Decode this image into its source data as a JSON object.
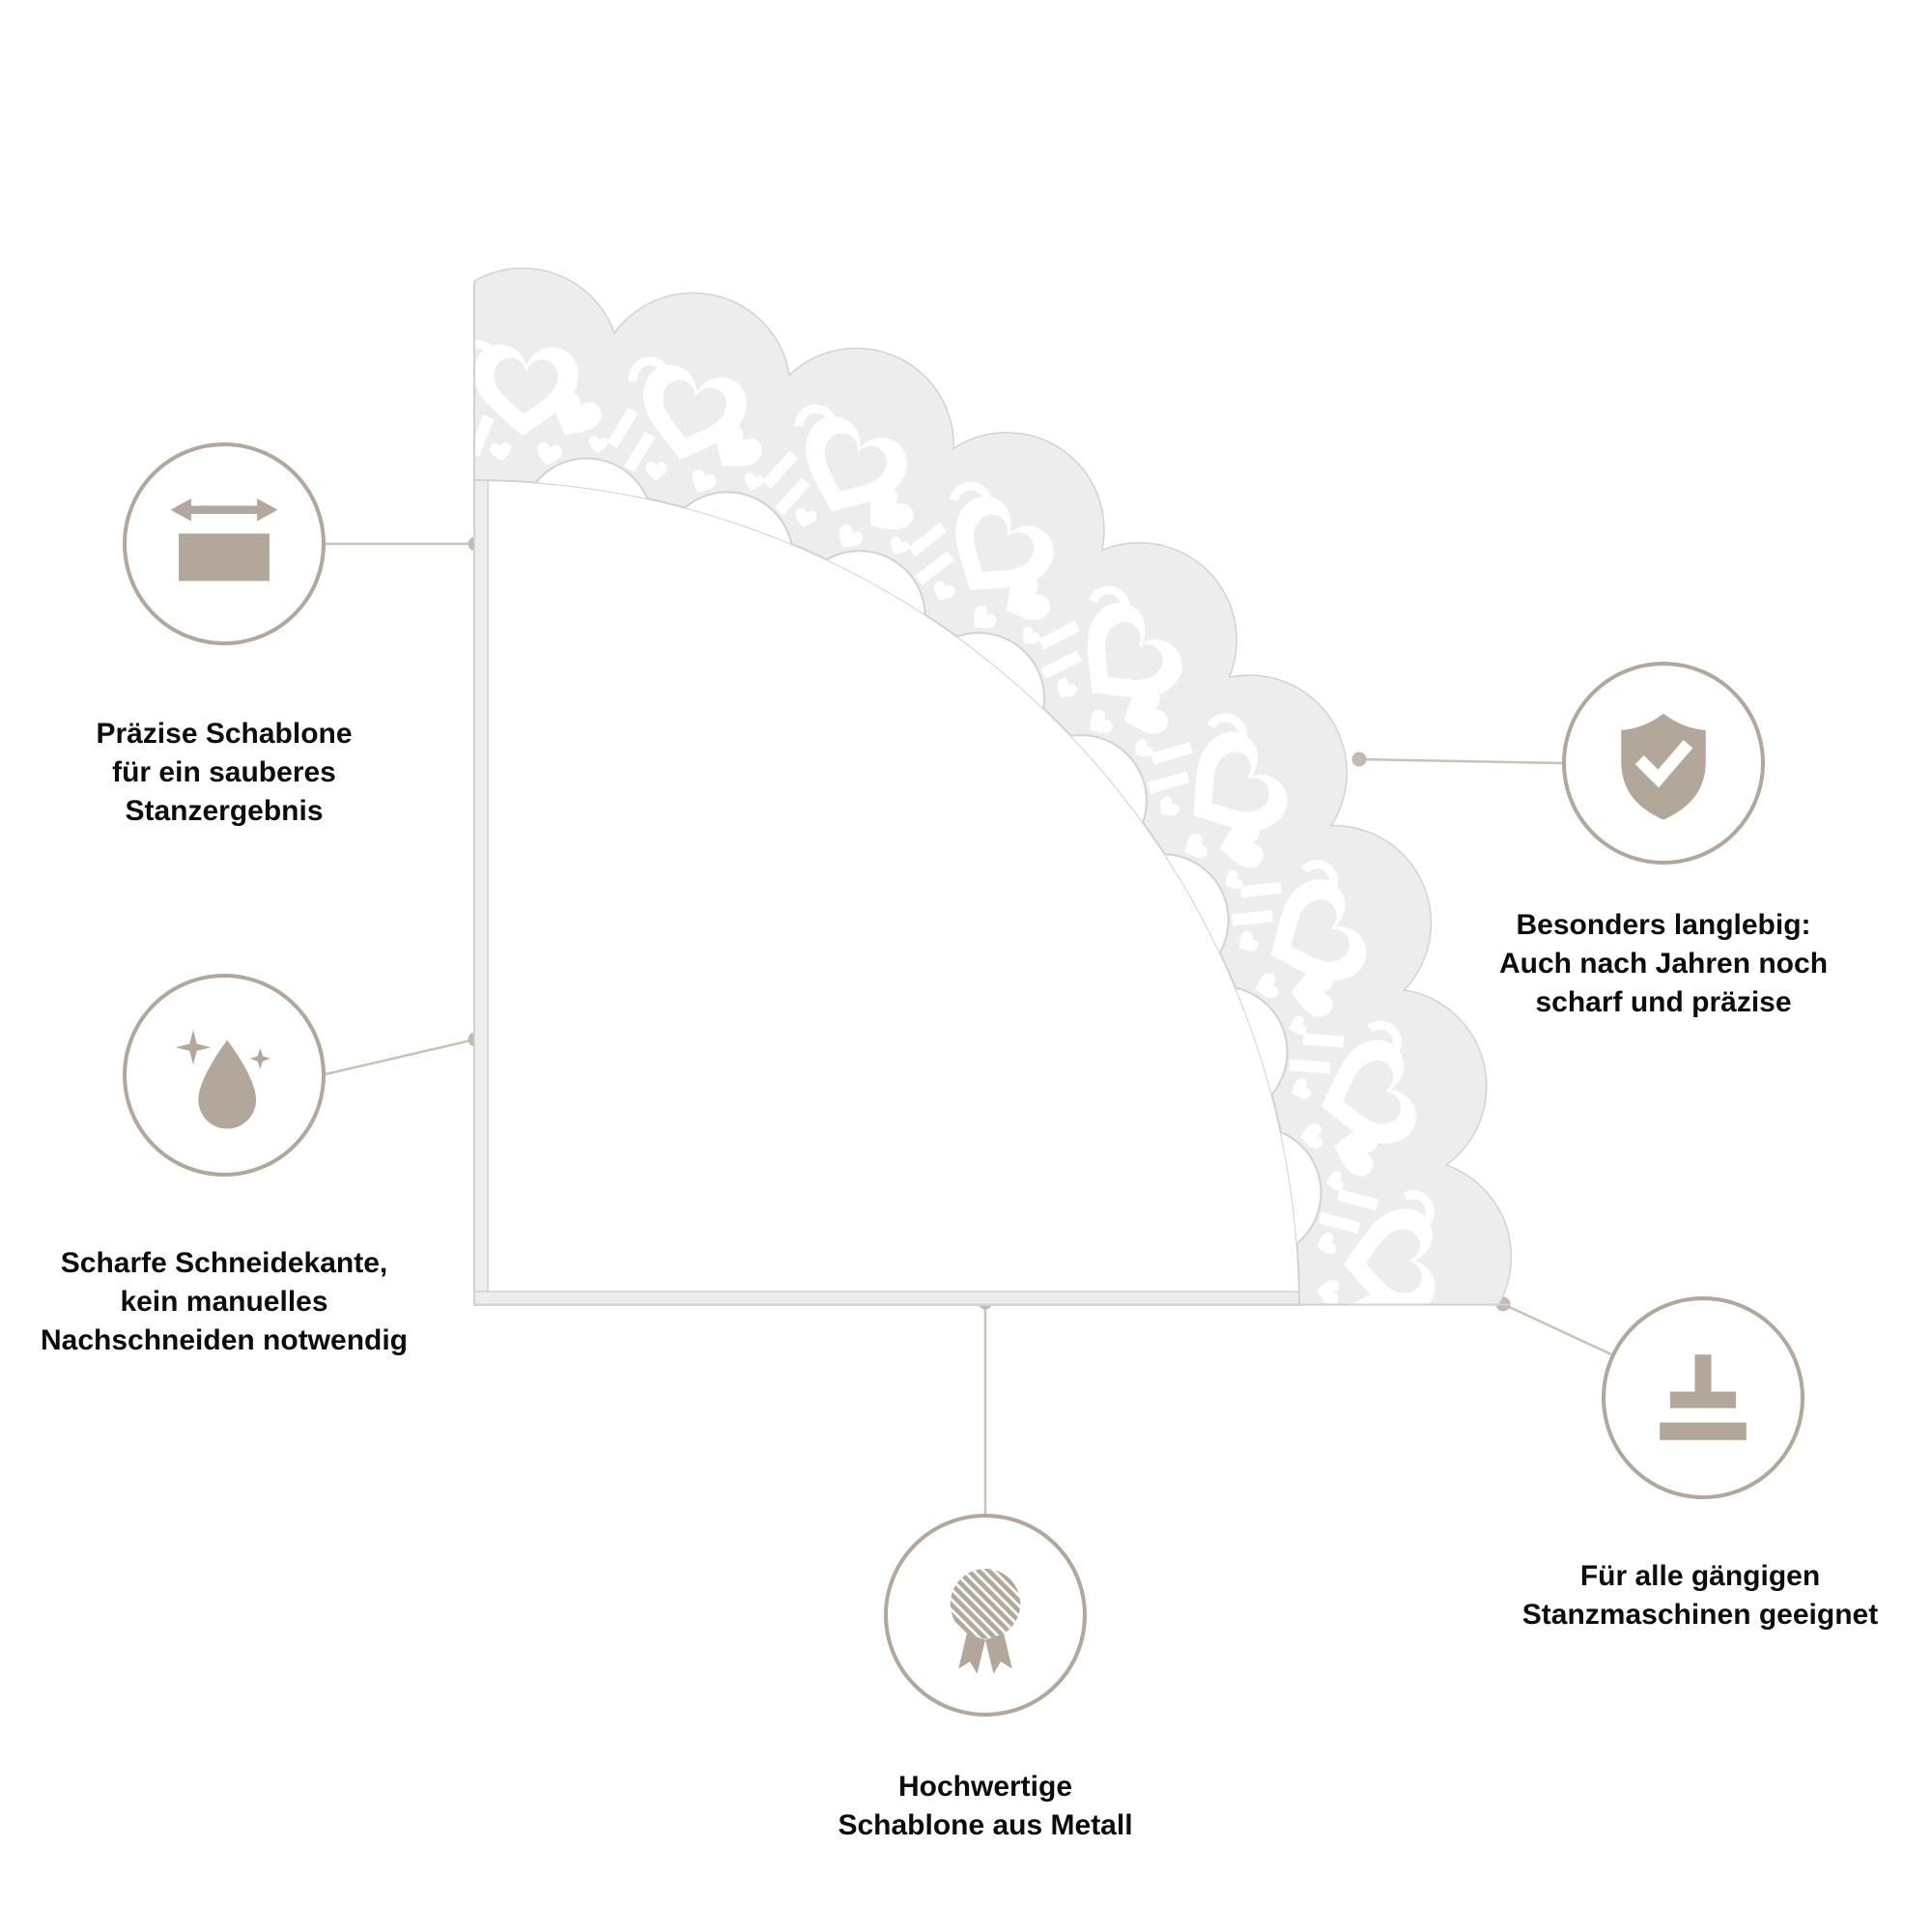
{
  "colors": {
    "accent": "#b2a79a",
    "line": "#cac2b6",
    "dot": "#c2bab0",
    "die_fill": "#ededed",
    "die_stroke": "#d2d2d2"
  },
  "callouts": [
    {
      "id": "precise-template",
      "icon": "width-arrows-box-icon",
      "lines": [
        "Präzise Schablone",
        "für ein sauberes",
        "Stanzergebnis"
      ]
    },
    {
      "id": "sharp-edge",
      "icon": "droplet-sparkle-icon",
      "lines": [
        "Scharfe Schneidekante,",
        "kein manuelles",
        "Nachschneiden notwendig"
      ]
    },
    {
      "id": "durable",
      "icon": "shield-check-icon",
      "lines": [
        "Besonders langlebig:",
        "Auch nach Jahren noch",
        "scharf und präzise"
      ]
    },
    {
      "id": "machines",
      "icon": "press-machine-icon",
      "lines": [
        "Für alle gängigen",
        "Stanzmaschinen geeignet"
      ]
    },
    {
      "id": "metal-quality",
      "icon": "medal-icon",
      "lines": [
        "Hochwertige",
        "Schablone aus Metall"
      ]
    }
  ]
}
